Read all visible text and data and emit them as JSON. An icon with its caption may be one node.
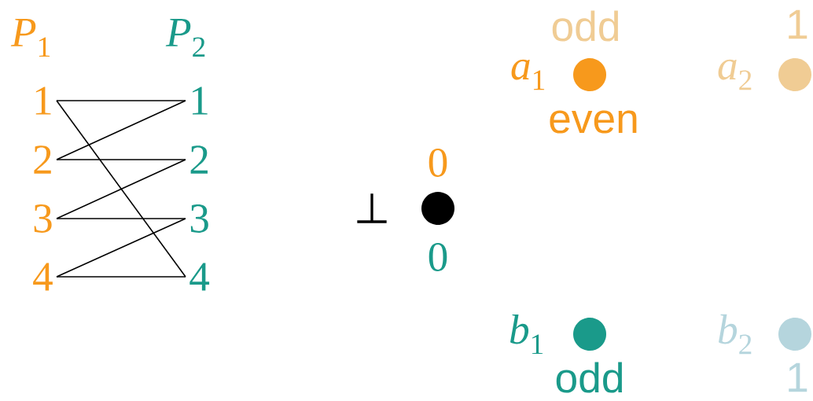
{
  "diagram": {
    "nodes": [
      {
        "text": [
          "*P*$_{1}$"
        ]
      },
      {
        "text": [
          "*P*$_{2}$"
        ]
      },
      {
        "text": [
          "1"
        ]
      },
      {
        "text": [
          "2"
        ]
      },
      {
        "text": [
          "3"
        ]
      },
      {
        "text": [
          "4"
        ]
      },
      {
        "text": [
          "1"
        ]
      },
      {
        "text": [
          "2"
        ]
      },
      {
        "text": [
          "3"
        ]
      },
      {
        "text": [
          "4"
        ]
      },
      {
        "text": [],
        "shape": "circle",
        "beside": [
          "0",
          "⊥",
          "0"
        ]
      },
      {
        "text": [],
        "shape": "circle",
        "beside": [
          "odd",
          "*a*$_{1}$",
          "even"
        ]
      },
      {
        "text": [],
        "shape": "circle",
        "beside": [
          "1",
          "*a*$_{2}$"
        ]
      },
      {
        "text": [],
        "shape": "circle",
        "beside": [
          "*b*$_{1}$",
          "odd"
        ]
      },
      {
        "text": [],
        "shape": "circle",
        "beside": [
          "*b*$_{2}$",
          "1"
        ]
      }
    ],
    "edges": [
      {
        "from": 2,
        "to": 6,
        "arrow": "none"
      },
      {
        "from": 6,
        "to": 3,
        "arrow": "none"
      },
      {
        "from": 3,
        "to": 7,
        "arrow": "none"
      },
      {
        "from": 7,
        "to": 4,
        "arrow": "none"
      },
      {
        "from": 4,
        "to": 8,
        "arrow": "none"
      },
      {
        "from": 8,
        "to": 5,
        "arrow": "none"
      },
      {
        "from": 5,
        "to": 9,
        "arrow": "none"
      },
      {
        "from": 9,
        "to": 2,
        "arrow": "none"
      }
    ]
  }
}
